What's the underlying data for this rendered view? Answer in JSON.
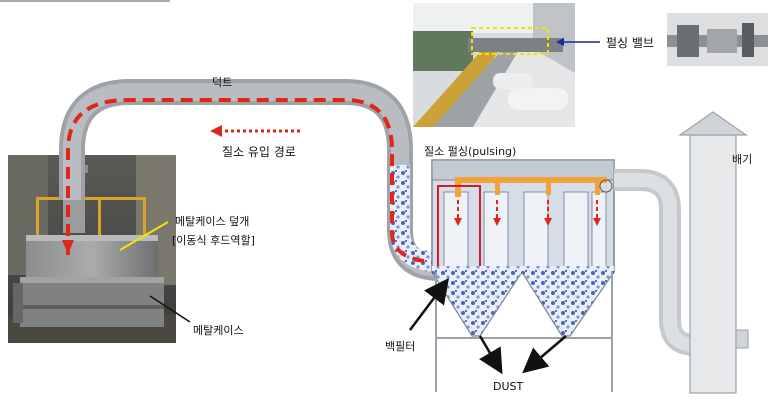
{
  "labels": {
    "duct": "덕트",
    "nitrogen_inflow_path": "질소 유입 경로",
    "pulsing_valve": "펄싱 밸브",
    "nitrogen_pulsing": "질소 펄싱(pulsing)",
    "exhaust": "배기",
    "metal_case_cover_line1": "메탈케이스 덮개",
    "metal_case_cover_line2": "[이동식 후드역할]",
    "metal_case": "메탈케이스",
    "bag_filter": "백필터",
    "dust": "DUST"
  },
  "colors": {
    "flow_arrow": "#e0261b",
    "duct_fill": "#a9aeb3",
    "pulse_pipe": "#f2a23a",
    "filter_box": "#c8202f",
    "highlight_box": "#f2e400",
    "pointer_arrow": "#1a2a9a"
  }
}
